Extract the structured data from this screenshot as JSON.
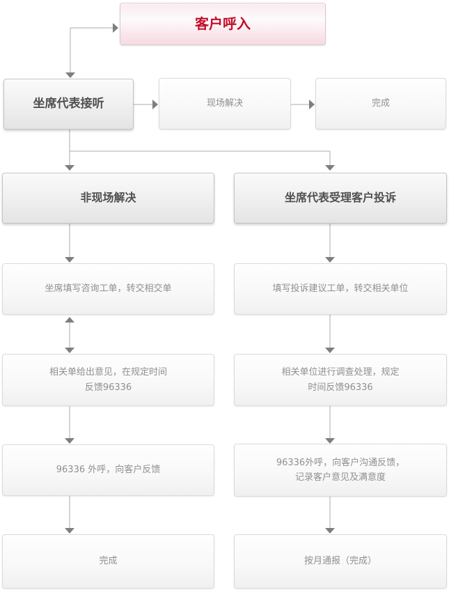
{
  "diagram": {
    "nodes": {
      "customer_call": {
        "label": "客户呼入"
      },
      "agent_answer": {
        "label": "坐席代表接听"
      },
      "onsite_resolve": {
        "label": "现场解决"
      },
      "onsite_done": {
        "label": "完成"
      },
      "non_onsite": {
        "label": "非现场解决"
      },
      "complaint_accept": {
        "label": "坐席代表受理客户投诉"
      },
      "left_step1": {
        "label": "坐席填写咨询工单，转交相交单"
      },
      "left_step2": {
        "label": "相关单给出意见，在规定时间\n反馈96336"
      },
      "left_step3": {
        "label": "96336 外呼，向客户反馈"
      },
      "left_done": {
        "label": "完成"
      },
      "right_step1": {
        "label": "填写投诉建议工单，转交相关单位"
      },
      "right_step2": {
        "label": "相关单位进行调查处理，规定\n时间反馈96336"
      },
      "right_step3": {
        "label": "96336外呼，向客户沟通反馈，\n记录客户意见及满意度"
      },
      "right_done": {
        "label": "按月通报（完成）"
      }
    },
    "colors": {
      "title_red": "#c30d28",
      "strong_text": "#4f4f4f",
      "body_text": "#8f8f8f",
      "line_gray": "#ababab",
      "arrowhead_gray": "#7e7e7e"
    }
  }
}
